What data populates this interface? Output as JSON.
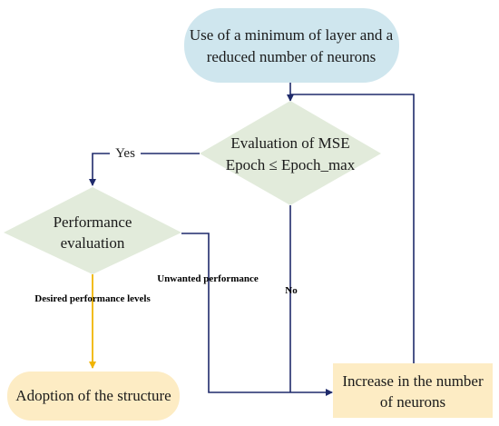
{
  "colors": {
    "start_fill": "#cfe6ee",
    "decision_fill": "#e2ebdb",
    "terminal_fill": "#fdecc4",
    "edge_main": "#1f2a6b",
    "edge_success": "#f0b400"
  },
  "nodes": {
    "start": {
      "line1": "Use of a minimum of layer and a",
      "line2": "reduced number of neurons"
    },
    "mse_decision": {
      "line1": "Evaluation of MSE",
      "line2": "Epoch ≤ Epoch_max"
    },
    "performance_decision": {
      "line1": "Performance",
      "line2": "evaluation"
    },
    "adoption": {
      "line1": "Adoption of the structure"
    },
    "increase": {
      "line1": "Increase in the number",
      "line2": "of neurons"
    }
  },
  "edges": {
    "yes_label": "Yes",
    "no_label": "No",
    "unwanted_label": "Unwanted performance",
    "desired_label": "Desired performance levels"
  }
}
